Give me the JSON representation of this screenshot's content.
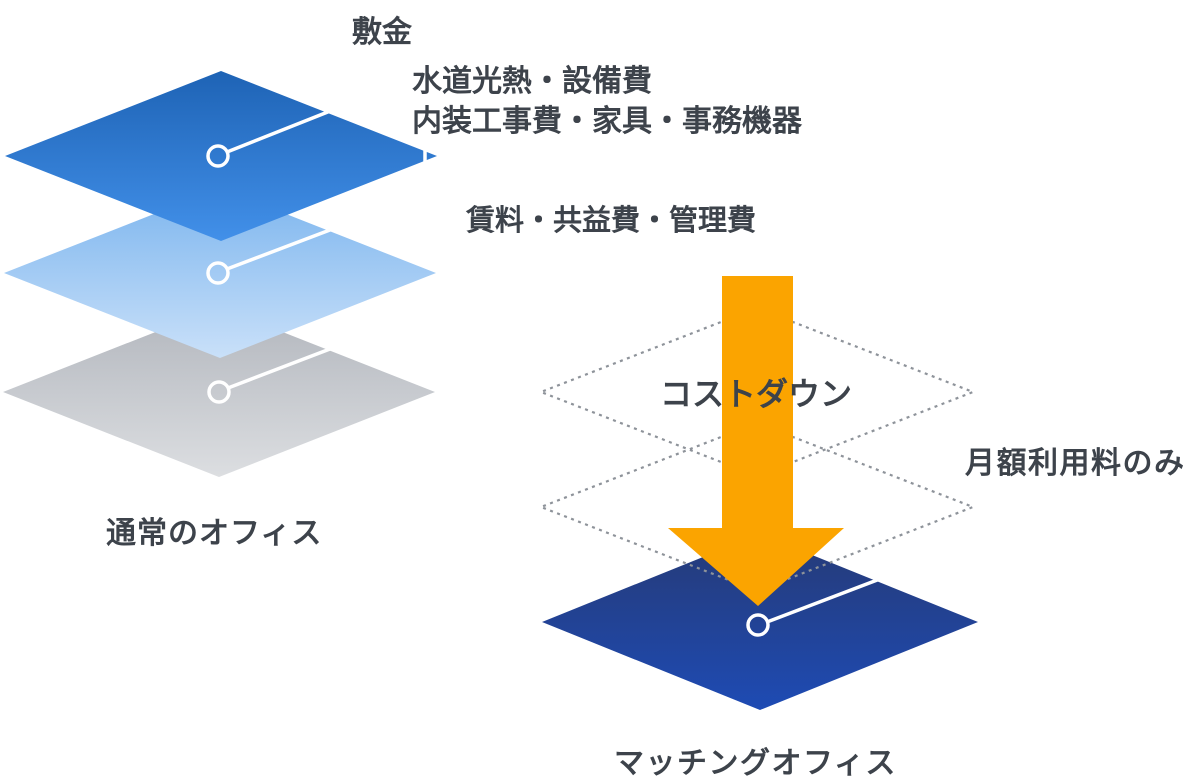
{
  "diagram": {
    "left_stack": {
      "caption": "通常のオフィス",
      "layers": [
        {
          "name": "deposit",
          "label": "敷金"
        },
        {
          "name": "utilities",
          "label_line1": "水道光熱・設備費",
          "label_line2": "内装工事費・家具・事務機器"
        },
        {
          "name": "rent",
          "label": "賃料・共益費・管理費"
        }
      ]
    },
    "right_stack": {
      "caption": "マッチングオフィス",
      "arrow_icon": "down-arrow",
      "arrow_label": "コストダウン",
      "base_label": "月額利用料のみ",
      "ghost_layer_count": 2
    }
  },
  "palette": {
    "blue-top": "#1e63b5",
    "blue-bottom": "#4290e9",
    "lightblue-top": "#7cb5ee",
    "lightblue-bottom": "#c9e0f9",
    "gray-top": "#b2b6bd",
    "gray-bottom": "#dcdee1",
    "navy-top": "#263a76",
    "navy-bottom": "#1e4bb4",
    "orange": "#fba400",
    "dotted": "#8e939a",
    "leader": "#ffffff",
    "text": "#3d434b"
  }
}
